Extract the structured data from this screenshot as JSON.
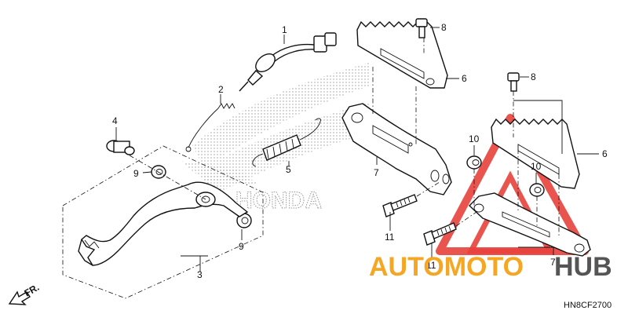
{
  "callouts": {
    "c1": "1",
    "c2": "2",
    "c3": "3",
    "c4": "4",
    "c5": "5",
    "c6a": "6",
    "c6b": "6",
    "c7a": "7",
    "c7b": "7",
    "c8a": "8",
    "c8b": "8",
    "c9a": "9",
    "c9b": "9",
    "c10a": "10",
    "c10b": "10",
    "c11a": "11",
    "c11b": "11"
  },
  "direction_label": "FR.",
  "diagram_code": "HN8CF2700",
  "watermark": {
    "part1": "AUTOMOTO",
    "part2": "HUB",
    "color1": "#f5a623",
    "color2": "#555555",
    "logo_color": "#e8413c"
  },
  "background_logo": "HONDA"
}
